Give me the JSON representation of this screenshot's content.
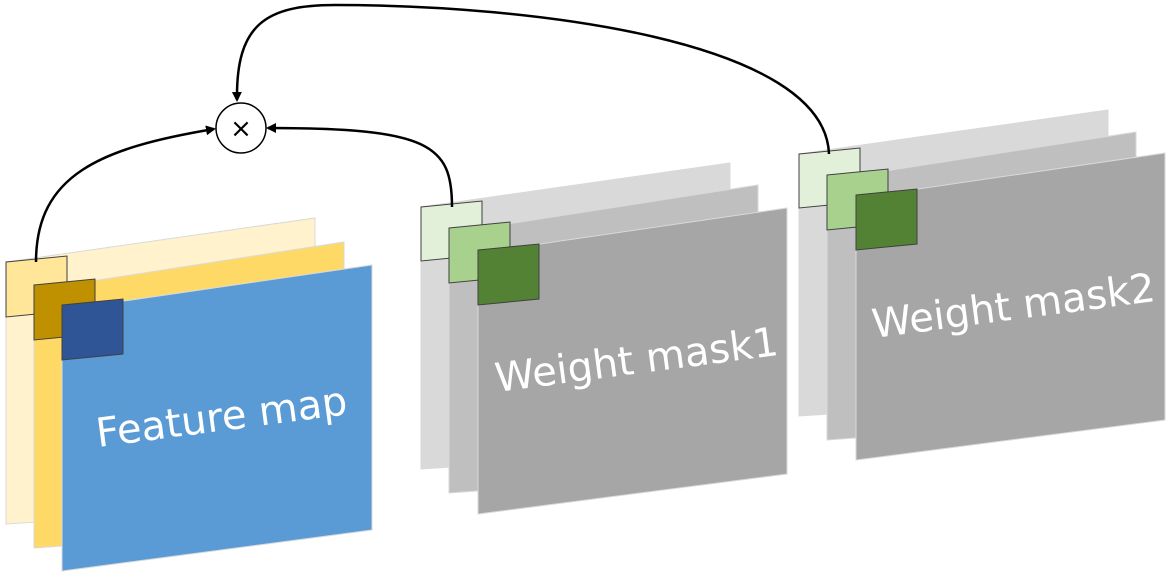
{
  "operator": {
    "symbol": "×",
    "meaning": "multiply"
  },
  "stacks": [
    {
      "id": "feature-map",
      "label": "Feature map",
      "layer_colors": [
        "#fff2cc",
        "#ffd966",
        "#5b9bd5"
      ],
      "patch_colors": [
        "#ffe699",
        "#bf9000",
        "#2f5597"
      ]
    },
    {
      "id": "weight-mask1",
      "label": "Weight mask1",
      "layer_colors": [
        "#d9d9d9",
        "#bfbfbf",
        "#a6a6a6"
      ],
      "patch_colors": [
        "#e2f0d9",
        "#a9d18e",
        "#548235"
      ]
    },
    {
      "id": "weight-mask2",
      "label": "Weight mask2",
      "layer_colors": [
        "#d9d9d9",
        "#bfbfbf",
        "#a6a6a6"
      ],
      "patch_colors": [
        "#e2f0d9",
        "#a9d18e",
        "#548235"
      ]
    }
  ],
  "connections": [
    {
      "from": "feature-map",
      "to": "multiply"
    },
    {
      "from": "weight-mask1",
      "to": "multiply"
    },
    {
      "from": "weight-mask2",
      "to": "multiply"
    }
  ],
  "colors": {
    "arrow": "#000000",
    "background": "#ffffff"
  }
}
